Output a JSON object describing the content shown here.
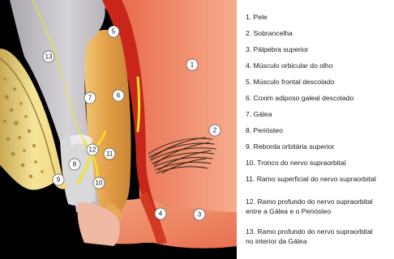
{
  "legend": [
    {
      "num": "1",
      "label": "1. Pele"
    },
    {
      "num": "2",
      "label": "2. Sobrancelha"
    },
    {
      "num": "3",
      "label": "3. Pálpebra superior"
    },
    {
      "num": "4",
      "label": "4. Músculo orbicular do olho"
    },
    {
      "num": "5",
      "label": "5. Músculo frontal descolado"
    },
    {
      "num": "6",
      "label": "6. Coxim adiposo galeal descolado"
    },
    {
      "num": "7",
      "label": "7. Gálea"
    },
    {
      "num": "8",
      "label": "8. Periósteo"
    },
    {
      "num": "9",
      "label": "9. Reborda orbitária superior"
    },
    {
      "num": "10",
      "label": "10. Tronco do nervo supraorbital"
    },
    {
      "num": "11",
      "label": "11. Ramo superficial do nervo supraorbital"
    },
    {
      "num": "12",
      "label": "12. Ramo profundo do nervo supraorbital\nentre a Gálea e o Periósteo"
    },
    {
      "num": "13",
      "label": "13. Ramo profundo do nervo supraorbital\nno interior da Gálea"
    }
  ],
  "markers": [
    "1",
    "2",
    "3",
    "4",
    "5",
    "6",
    "7",
    "8",
    "9",
    "10",
    "11",
    "12",
    "13"
  ],
  "colors": {
    "skin": "#e8714f",
    "skin_light": "#f6a786",
    "muscle_red": "#c8261b",
    "fat_pad": "#e3a04e",
    "galea": "#c4c1c6",
    "periosteum": "#d8d8d8",
    "bone": "#f3e08e",
    "nerve": "#f2e427",
    "eyebrow": "#2a2118",
    "background": "#000000"
  }
}
